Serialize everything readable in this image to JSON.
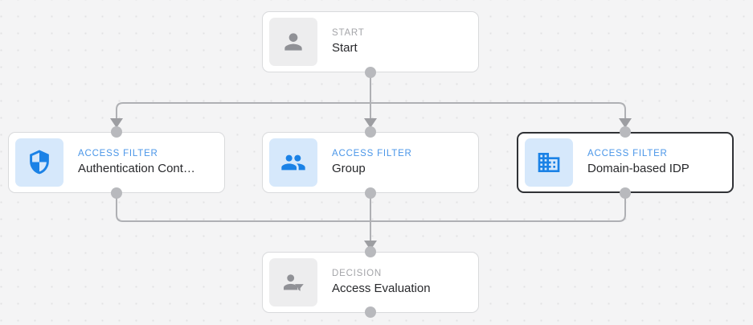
{
  "flow": {
    "nodes": [
      {
        "id": "start",
        "type_label": "START",
        "title": "Start",
        "icon": "person-icon",
        "theme": "gray",
        "selected": false
      },
      {
        "id": "access-filter-authentication",
        "type_label": "ACCESS FILTER",
        "title": "Authentication Cont…",
        "icon": "shield-icon",
        "theme": "blue",
        "selected": false
      },
      {
        "id": "access-filter-group",
        "type_label": "ACCESS FILTER",
        "title": "Group",
        "icon": "group-icon",
        "theme": "blue",
        "selected": false
      },
      {
        "id": "access-filter-domain-idp",
        "type_label": "ACCESS FILTER",
        "title": "Domain-based IDP",
        "icon": "domain-icon",
        "theme": "blue",
        "selected": true
      },
      {
        "id": "decision",
        "type_label": "DECISION",
        "title": "Access Evaluation",
        "icon": "person-filter-icon",
        "theme": "gray",
        "selected": false
      }
    ],
    "edges": [
      {
        "from": "start",
        "to": "access-filter-authentication"
      },
      {
        "from": "start",
        "to": "access-filter-group"
      },
      {
        "from": "start",
        "to": "access-filter-domain-idp"
      },
      {
        "from": "access-filter-authentication",
        "to": "decision"
      },
      {
        "from": "access-filter-group",
        "to": "decision"
      },
      {
        "from": "access-filter-domain-idp",
        "to": "decision"
      }
    ]
  },
  "colors": {
    "background": "#f4f4f5",
    "grid_dot": "#e2e2e4",
    "card_bg": "#ffffff",
    "card_border": "#d9dadc",
    "selected_border": "#303236",
    "connector": "#afb0b4",
    "dot": "#b8b9bd",
    "arrow": "#9d9ea2",
    "accent_blue": "#4a96e8",
    "icon_blue": "#1b82e6",
    "icon_blue_bg": "#d6e8fb",
    "icon_gray": "#909196",
    "icon_gray_bg": "#ededee",
    "label_gray": "#a4a5a9",
    "title_color": "#28292c"
  }
}
